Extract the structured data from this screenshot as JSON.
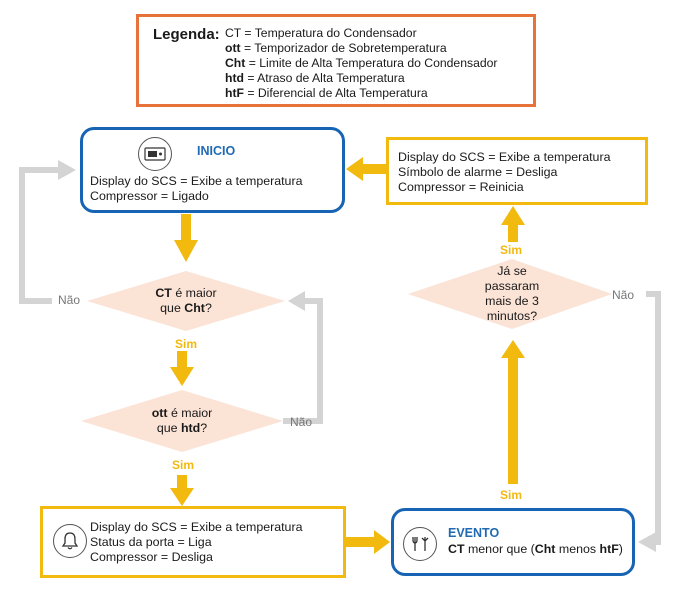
{
  "legend": {
    "title": "Legenda:",
    "items": [
      {
        "abbr": "CT",
        "text": " = Temperatura do Condensador"
      },
      {
        "abbr": "ott",
        "text": " = Temporizador de Sobretemperatura"
      },
      {
        "abbr": "Cht",
        "text": " = Limite de Alta Temperatura do Condensador"
      },
      {
        "abbr": "htd",
        "text": " = Atraso de Alta Temperatura"
      },
      {
        "abbr": "htF",
        "text": " = Diferencial de Alta Temperatura"
      }
    ]
  },
  "inicio": {
    "title": "INICIO",
    "line1": "Display do SCS = Exibe a temperatura",
    "line2": "Compressor = Ligado",
    "icon": "display-unit-icon"
  },
  "decision1": {
    "line1_a": "CT",
    "line1_b": " é maior",
    "line2_a": "que ",
    "line2_b": "Cht",
    "line2_c": "?"
  },
  "decision2": {
    "line1_a": "ott",
    "line1_b": " é maior",
    "line2_a": "que ",
    "line2_b": "htd",
    "line2_c": "?"
  },
  "decision3": {
    "line1": "Já se",
    "line2": "passaram",
    "line3": "mais de 3",
    "line4": "minutos?"
  },
  "alarm_box": {
    "line1": "Display do SCS = Exibe a temperatura",
    "line2": "Status da porta = Liga",
    "line3": "Compressor = Desliga",
    "icon": "alarm-bell-icon"
  },
  "evento": {
    "title": "EVENTO",
    "t1": "CT",
    "t2": " menor que (",
    "t3": "Cht",
    "t4": " menos ",
    "t5": "htF",
    "t6": ")",
    "icon": "tools-icon"
  },
  "reset_box": {
    "line1": "Display do SCS = Exibe a temperatura",
    "line2": "Símbolo de alarme = Desliga",
    "line3": "Compressor = Reinicia"
  },
  "labels": {
    "sim1": "Sim",
    "sim2": "Sim",
    "sim3": "Sim",
    "sim4": "Sim",
    "nao1": "Não",
    "nao2": "Não",
    "nao3": "Não"
  },
  "colors": {
    "yellow": "#f2b90f",
    "blue": "#1864b4",
    "orange": "#e8733a",
    "diamond": "#fbe3d6",
    "gray_arrow": "#d4d4d4"
  }
}
